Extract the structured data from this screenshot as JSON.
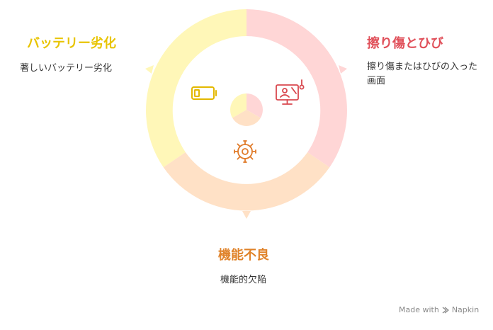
{
  "segments": [
    {
      "key": "battery",
      "title": "バッテリー劣化",
      "desc": "著しいバッテリー劣化",
      "color": "#fff7b8",
      "title_color": "#e8c400",
      "icon": "battery-icon",
      "icon_color": "#e3b800"
    },
    {
      "key": "scratch",
      "title": "擦り傷とひび",
      "desc": "擦り傷またはひびの入った画面",
      "color": "#ffd6d6",
      "title_color": "#e0505a",
      "icon": "monitor-damage-icon",
      "icon_color": "#d9484f"
    },
    {
      "key": "malfunction",
      "title": "機能不良",
      "desc": "機能的欠陥",
      "color": "#ffe1c6",
      "title_color": "#e0832a",
      "icon": "virus-gear-icon",
      "icon_color": "#e07b2a"
    }
  ],
  "footer": {
    "label": "Made with",
    "brand": "Napkin"
  }
}
